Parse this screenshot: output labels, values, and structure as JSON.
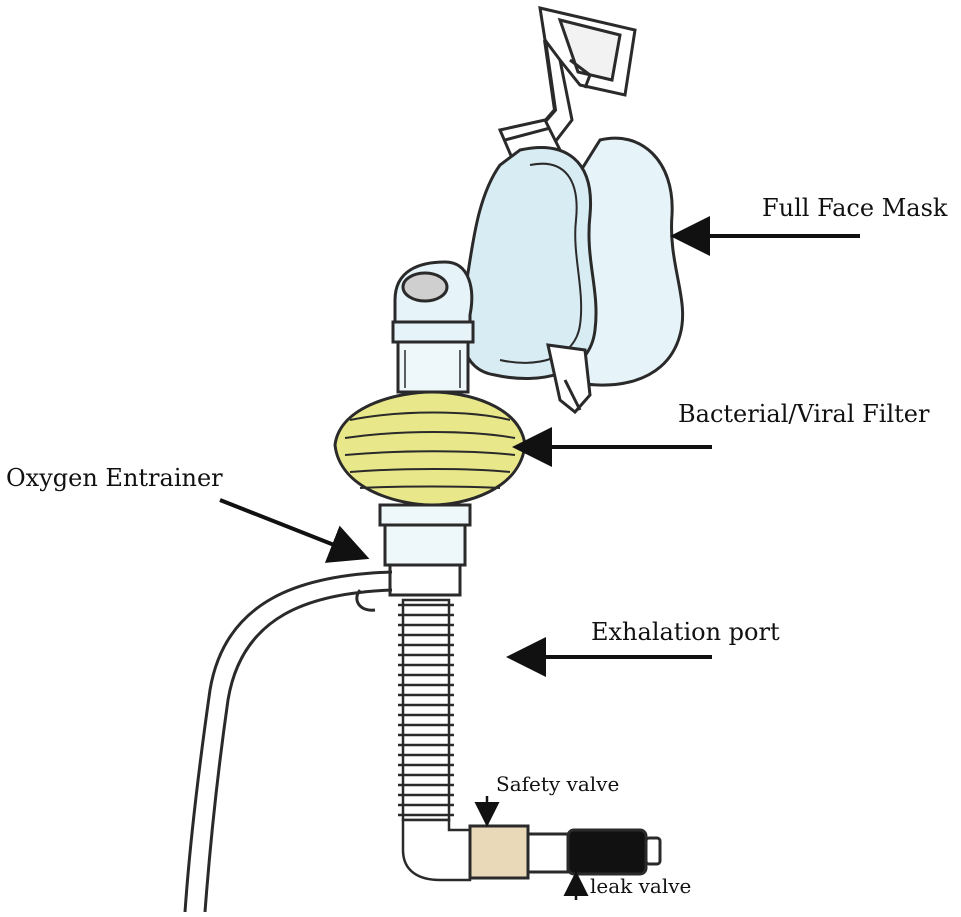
{
  "labels": {
    "full_face_mask": "Full Face Mask",
    "bacterial_viral_filter": "Bacterial/Viral Filter",
    "oxygen_entrainer": "Oxygen Entrainer",
    "exhalation_port": "Exhalation port",
    "safety_valve": "Safety valve",
    "leak_valve": "leak valve"
  },
  "colors": {
    "outline": "#2a2a2a",
    "mask_fill": "#d8ecf3",
    "mask_fill_light": "#e6f3f8",
    "filter_fill": "#e8e88a",
    "safety_valve_fill": "#e9d9b8",
    "leak_valve_fill": "#111111",
    "arrow": "#111111"
  }
}
